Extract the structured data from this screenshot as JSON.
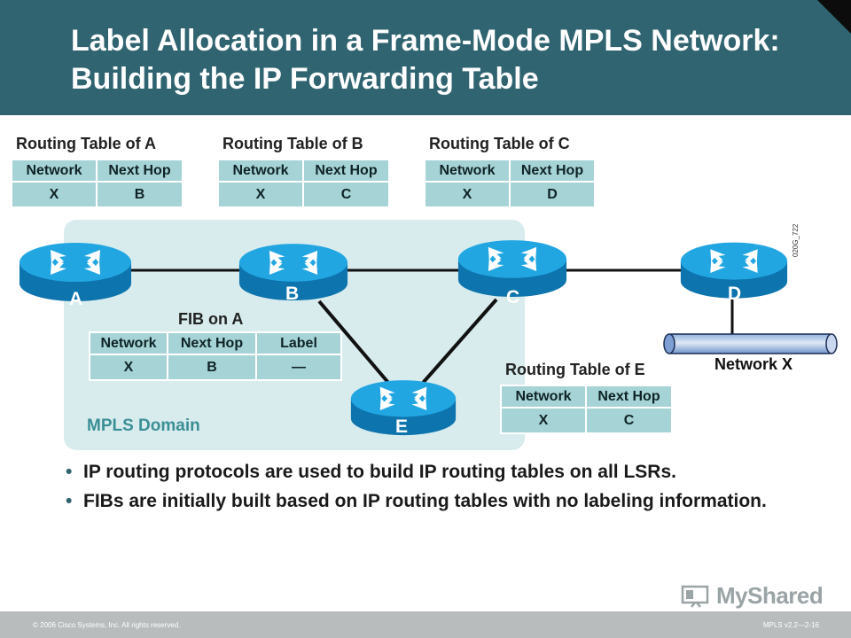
{
  "title": "Label Allocation in a Frame-Mode MPLS Network: Building the IP Forwarding Table",
  "domain_label": "MPLS Domain",
  "routing_tables": {
    "a": {
      "caption": "Routing Table of A",
      "col1": "Network",
      "col2": "Next Hop",
      "network": "X",
      "next_hop": "B"
    },
    "b": {
      "caption": "Routing Table of B",
      "col1": "Network",
      "col2": "Next Hop",
      "network": "X",
      "next_hop": "C"
    },
    "c": {
      "caption": "Routing Table of C",
      "col1": "Network",
      "col2": "Next Hop",
      "network": "X",
      "next_hop": "D"
    },
    "e": {
      "caption": "Routing Table of E",
      "col1": "Network",
      "col2": "Next Hop",
      "network": "X",
      "next_hop": "C"
    }
  },
  "fib": {
    "caption": "FIB on A",
    "col1": "Network",
    "col2": "Next Hop",
    "col3": "Label",
    "network": "X",
    "next_hop": "B",
    "label": "—"
  },
  "routers": {
    "a": "A",
    "b": "B",
    "c": "C",
    "d": "D",
    "e": "E"
  },
  "network_x": "Network X",
  "figure_code": "020G_722",
  "bullets": [
    "IP routing protocols are used to build IP routing tables on all LSRs.",
    "FIBs are initially built based on IP routing tables with no labeling information."
  ],
  "logo_text": "MyShared",
  "footer": {
    "copyright": "© 2006 Cisco Systems, Inc. All rights reserved.",
    "page": "MPLS v2.2—2-16"
  },
  "colors": {
    "header": "#2f6470",
    "table_fill": "#a6d3d6",
    "domain_fill": "#d8ecee",
    "router_blue": "#1a9ad6",
    "footer": "#b9bcbc"
  }
}
